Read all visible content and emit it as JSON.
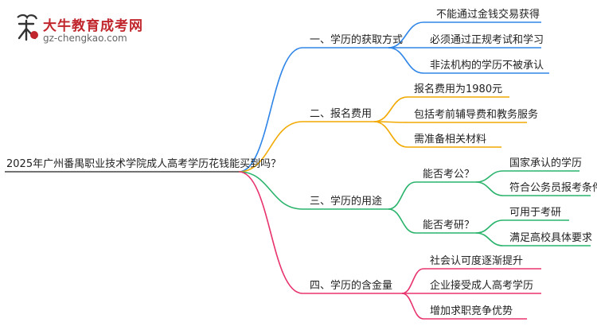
{
  "logo": {
    "name": "大牛教育成考网",
    "url": "gz-chengkao.com"
  },
  "colors": {
    "branch_1": "#2f86e8",
    "branch_2": "#f2a900",
    "branch_3": "#29b36b",
    "branch_4": "#e8336d",
    "brand_red": "#c0262c"
  },
  "mindmap": {
    "root": "2025年广州番禺职业技术学院成人高考学历花钱能买到吗？",
    "branches": [
      {
        "label": "一、学历的获取方式",
        "children": [
          {
            "label": "不能通过金钱交易获得"
          },
          {
            "label": "必须通过正规考试和学习"
          },
          {
            "label": "非法机构的学历不被承认"
          }
        ]
      },
      {
        "label": "二、报名费用",
        "children": [
          {
            "label": "报名费用为1980元"
          },
          {
            "label": "包括考前辅导费和教务服务"
          },
          {
            "label": "需准备相关材料"
          }
        ]
      },
      {
        "label": "三、学历的用途",
        "children": [
          {
            "label": "能否考公？",
            "children": [
              {
                "label": "国家承认的学历"
              },
              {
                "label": "符合公务员报考条件"
              }
            ]
          },
          {
            "label": "能否考研？",
            "children": [
              {
                "label": "可用于考研"
              },
              {
                "label": "满足高校具体要求"
              }
            ]
          }
        ]
      },
      {
        "label": "四、学历的含金量",
        "children": [
          {
            "label": "社会认可度逐渐提升"
          },
          {
            "label": "企业接受成人高考学历"
          },
          {
            "label": "增加求职竞争优势"
          }
        ]
      }
    ]
  }
}
